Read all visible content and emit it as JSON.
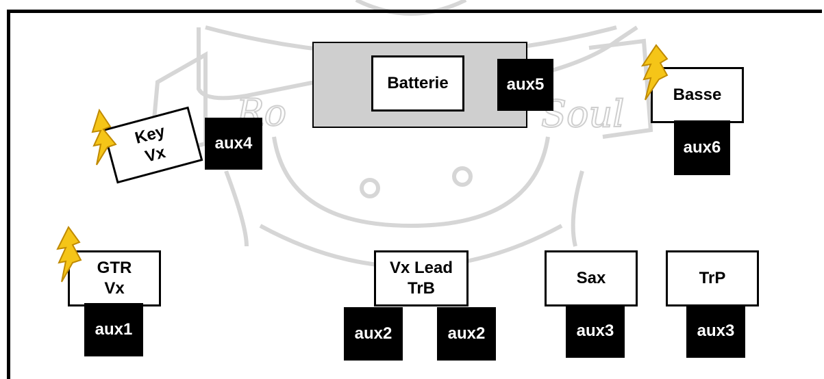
{
  "colors": {
    "border": "#000000",
    "riser": "#cfcfcf",
    "aux_bg": "#000000",
    "aux_text": "#ffffff",
    "power": "#f5c518",
    "watermark": "#d0d0d0"
  },
  "watermark": {
    "text_left": "Ro",
    "text_right": "Soul"
  },
  "instruments": {
    "batterie": "Batterie",
    "basse": "Basse",
    "key_vx": "Key\nVx",
    "gtr_vx": "GTR\nVx",
    "vx_lead_trb": "Vx Lead\nTrB",
    "sax": "Sax",
    "trp": "TrP"
  },
  "aux": {
    "aux1": "aux1",
    "aux2_left": "aux2",
    "aux2_right": "aux2",
    "aux3_sax": "aux3",
    "aux3_trp": "aux3",
    "aux4": "aux4",
    "aux5": "aux5",
    "aux6": "aux6"
  },
  "icons": {
    "power": "lightning-bolt-icon"
  }
}
